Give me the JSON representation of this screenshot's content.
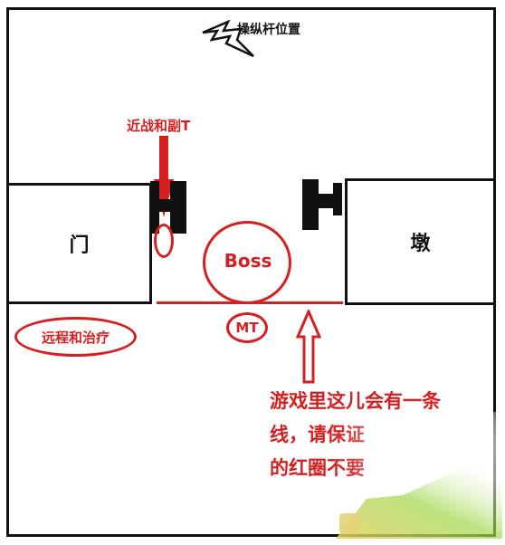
{
  "labels": {
    "joystick": "操纵杆位置",
    "melee": "近战和副T",
    "door": "门",
    "pier": "墩",
    "boss": "Boss",
    "mt": "MT",
    "ranged": "远程和治疗",
    "note_line1": "游戏里这儿会有一条",
    "note_line2": "线，请保证",
    "note_line3": "的红圈不要"
  },
  "colors": {
    "accent_red": "#d42020",
    "outline": "#111111"
  },
  "icons": {
    "joystick": "lightning-bolt-icon",
    "melee_pointer": "arrow-down-icon",
    "hint_pointer": "arrow-up-outline-icon"
  }
}
